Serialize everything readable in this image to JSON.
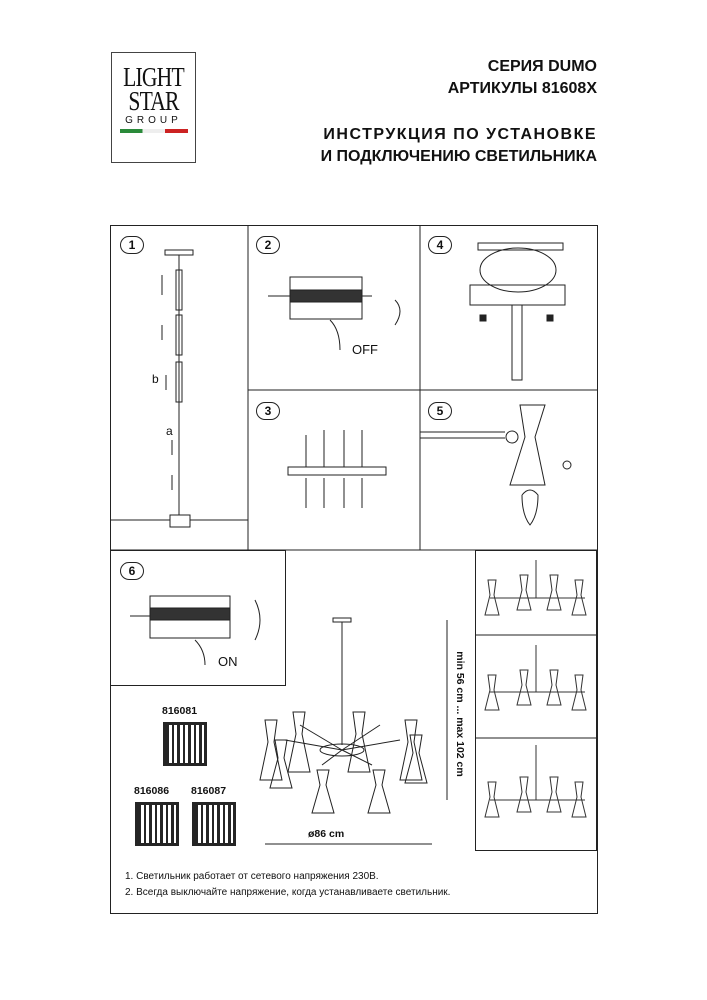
{
  "logo": {
    "line1": "LIGHT",
    "line2": "STAR",
    "line3": "GROUP"
  },
  "header": {
    "series": "СЕРИЯ DUMO",
    "articles": "АРТИКУЛЫ 81608X",
    "title1": "ИНСТРУКЦИЯ ПО УСТАНОВКЕ",
    "title2": "И ПОДКЛЮЧЕНИЮ СВЕТИЛЬНИКА"
  },
  "steps": [
    {
      "n": "1",
      "a": "a",
      "b": "b"
    },
    {
      "n": "2",
      "label": "OFF"
    },
    {
      "n": "3"
    },
    {
      "n": "4"
    },
    {
      "n": "5"
    },
    {
      "n": "6",
      "label": "ON"
    }
  ],
  "articles": [
    "816081",
    "816086",
    "816087"
  ],
  "dimensions": {
    "height": "min 56 cm ... max 102 cm",
    "diameter": "ø86 cm"
  },
  "notes": [
    "1. Светильник работает от сетевого напряжения 230В.",
    "2. Всегда выключайте напряжение, когда устанавливаете светильник."
  ]
}
